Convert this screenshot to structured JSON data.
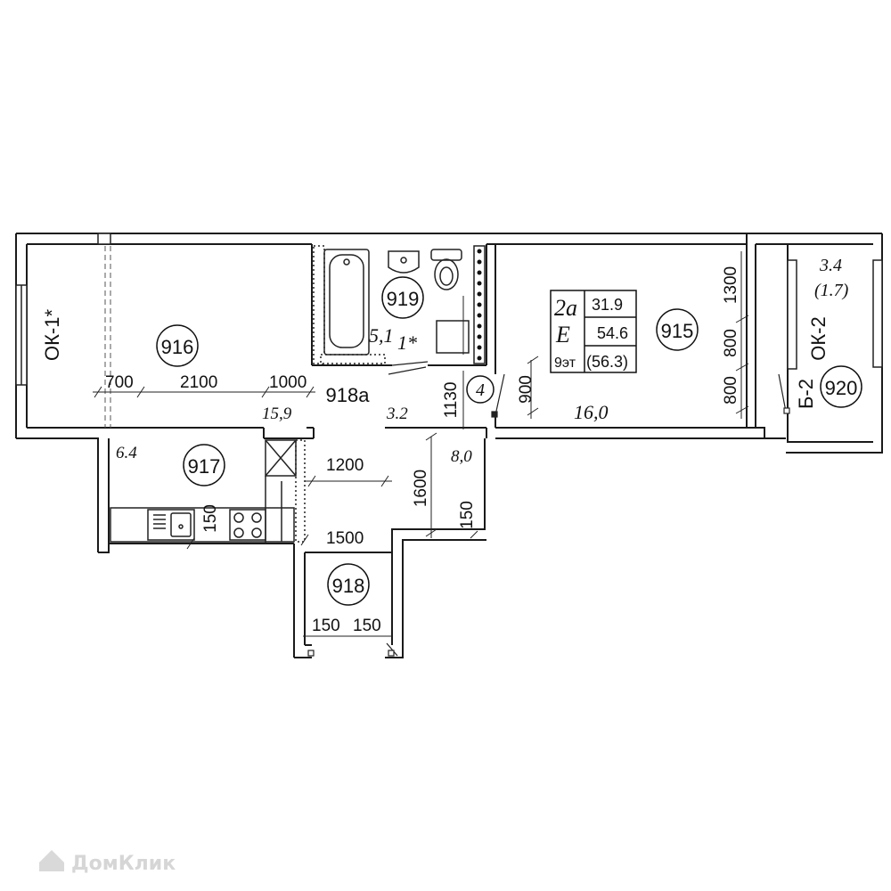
{
  "rooms": [
    {
      "id": "916",
      "area": "15,9"
    },
    {
      "id": "915",
      "area": "16,0"
    },
    {
      "id": "917",
      "area": "6.4"
    },
    {
      "id": "919",
      "area": "5,1"
    },
    {
      "id": "918a",
      "area": "3.2"
    },
    {
      "id": "918",
      "area": "8,0"
    },
    {
      "id": "920",
      "area": "3.4",
      "area_reduced": "(1.7)"
    }
  ],
  "room_markers": {
    "bath_code": "1*",
    "corridor_code": "4"
  },
  "windows": {
    "left": "ОК-1*",
    "right": "ОК-2",
    "balcony_door": "Б-2"
  },
  "info_box": {
    "type": "2а",
    "grade": "Е",
    "floor": "9эт",
    "living_area": "31.9",
    "total_area": "54.6",
    "total_with_balcony": "(56.3)"
  },
  "dimensions": {
    "d700": "700",
    "d2100": "2100",
    "d1000": "1000",
    "d1130": "1130",
    "d900": "900",
    "d1300": "1300",
    "d800a": "800",
    "d800b": "800",
    "d1200": "1200",
    "d1600": "1600",
    "d150a": "150",
    "d150b": "150",
    "d1500": "1500",
    "d150c": "150",
    "d150d": "150"
  },
  "watermark": "ДомКлик"
}
